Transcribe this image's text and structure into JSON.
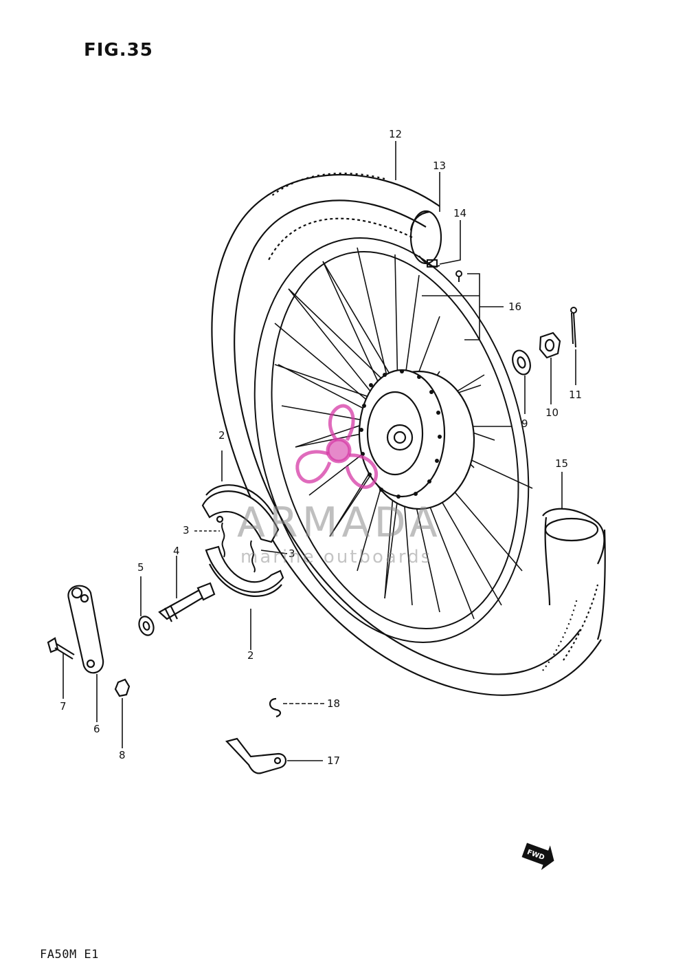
{
  "figure": {
    "title": "FIG.35",
    "model_code": "FA50M E1"
  },
  "callouts": {
    "c2a": "2",
    "c2b": "2",
    "c3a": "3",
    "c3b": "3",
    "c4": "4",
    "c5": "5",
    "c6": "6",
    "c7": "7",
    "c8": "8",
    "c9": "9",
    "c10": "10",
    "c11": "11",
    "c12": "12",
    "c13": "13",
    "c14": "14",
    "c15": "15",
    "c16": "16",
    "c17": "17",
    "c18": "18"
  },
  "direction_marker": {
    "label": "FWD"
  },
  "watermark": {
    "brand": "ARMADA",
    "tagline": "marine outboards",
    "color": "#d63aa6"
  },
  "icons": {
    "direction": "fwd-arrow-icon",
    "logo": "propeller-logo-icon"
  },
  "colors": {
    "line": "#111111",
    "background": "#ffffff",
    "watermark_text": "#8a8a8a"
  }
}
